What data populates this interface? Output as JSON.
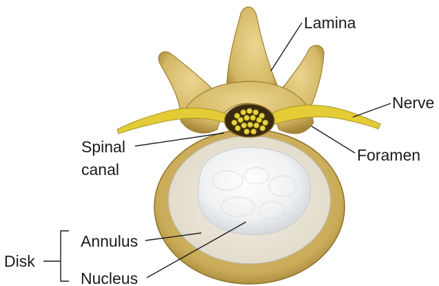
{
  "labels": {
    "lamina": "Lamina",
    "nerve": "Nerve",
    "foramen": "Foramen",
    "spinal_canal_line1": "Spinal",
    "spinal_canal_line2": "canal",
    "annulus": "Annulus",
    "nucleus": "Nucleus",
    "disk": "Disk"
  },
  "colors": {
    "bone": "#d9c074",
    "bone_dark": "#a8893a",
    "nerve": "#e8d23a",
    "annulus": "#e7e2d4",
    "nucleus": "#f6f7f8",
    "canal": "#3a2a10"
  }
}
